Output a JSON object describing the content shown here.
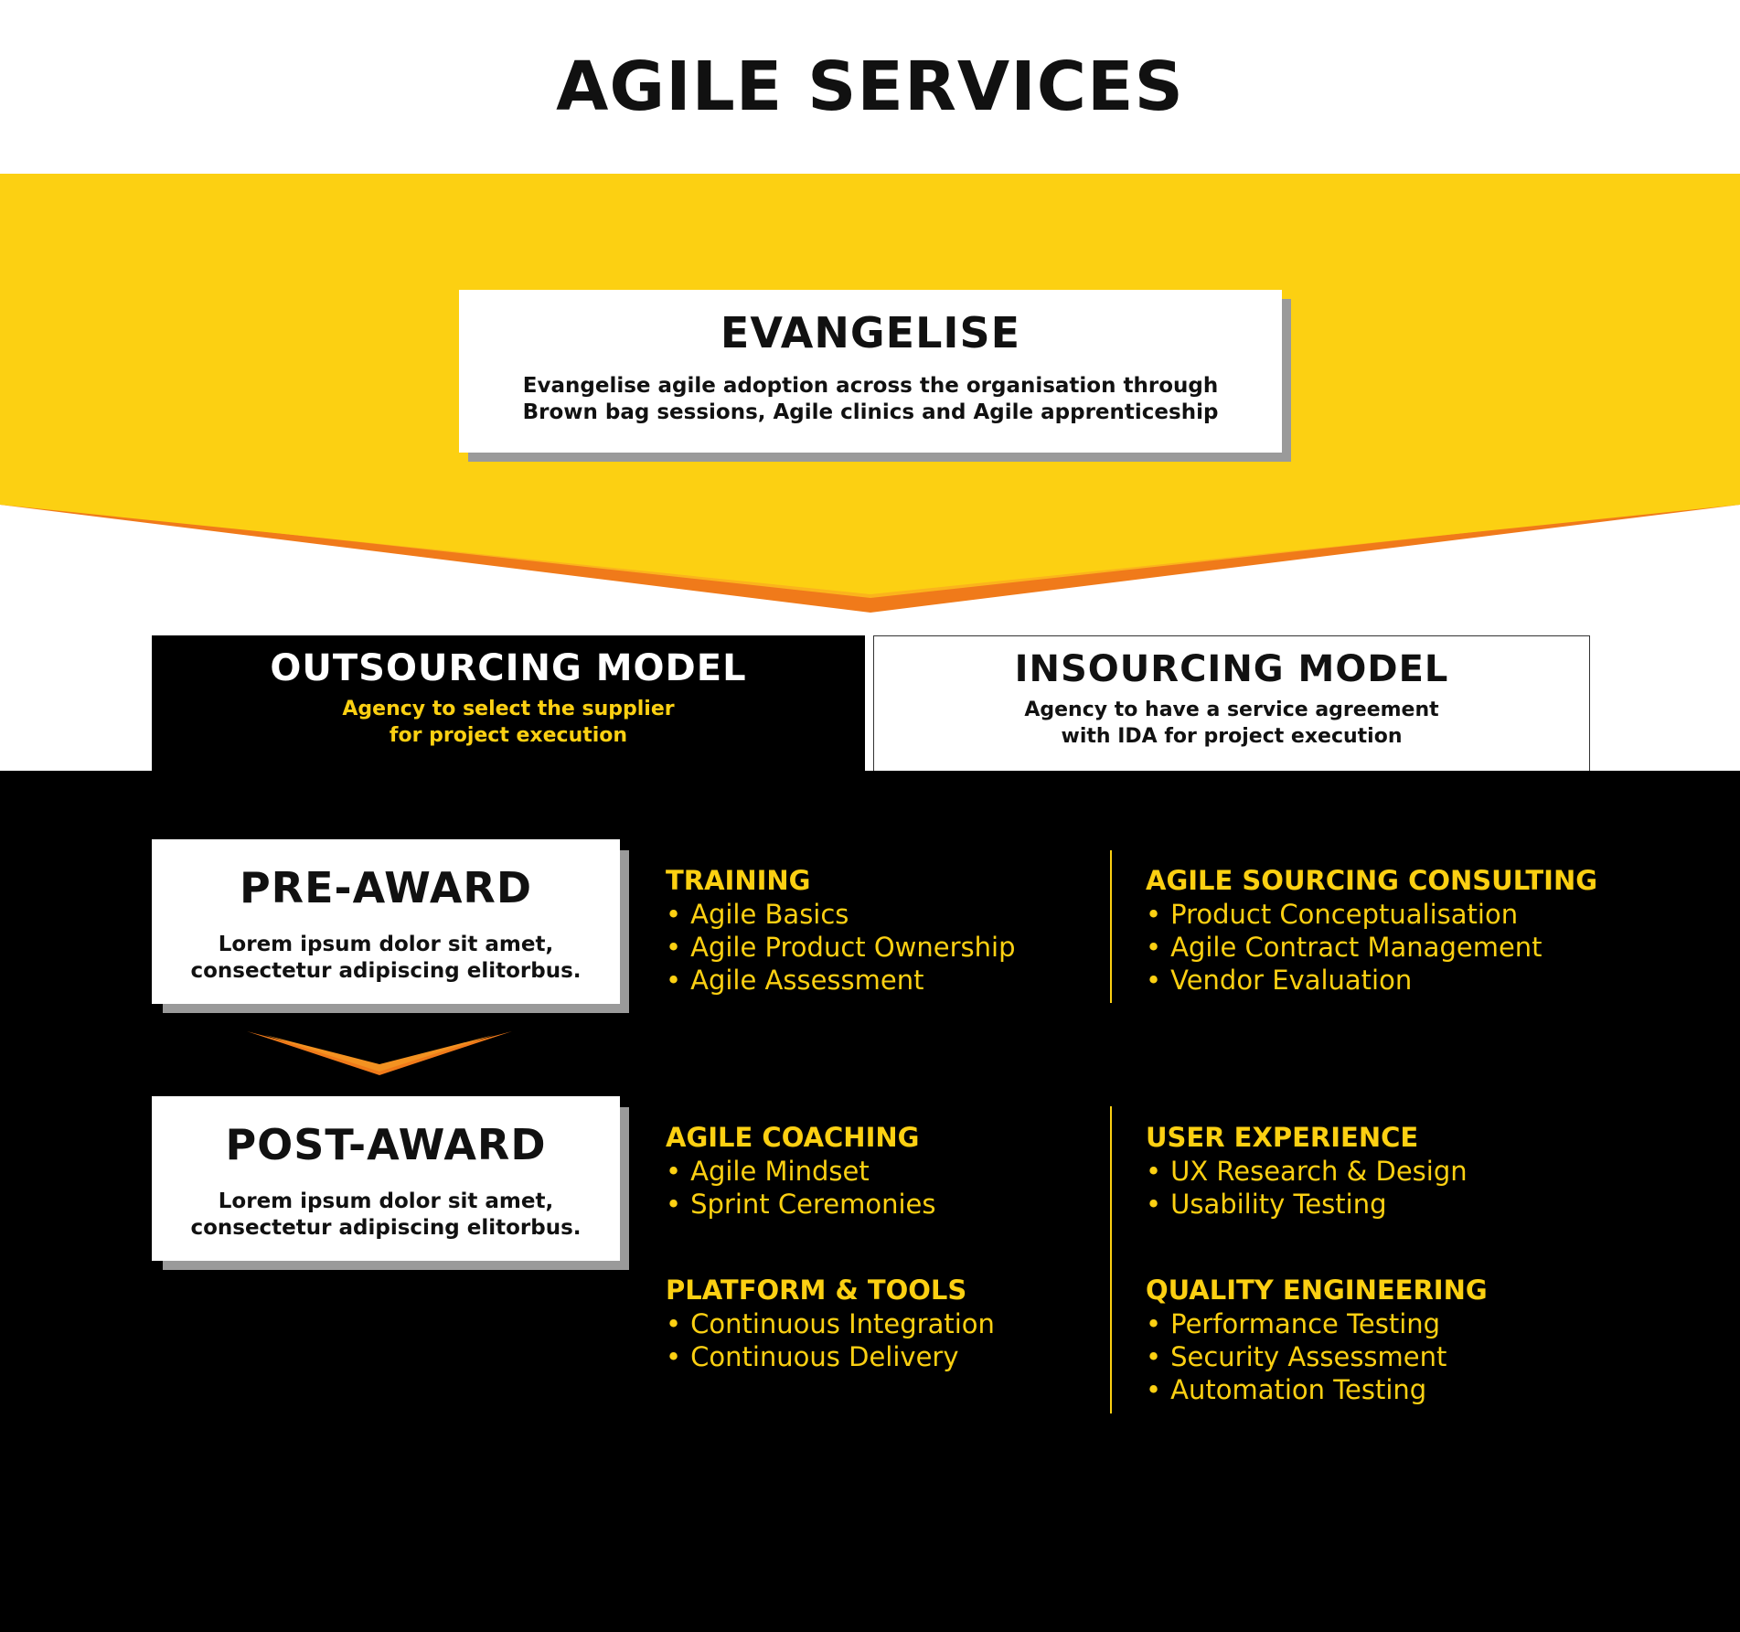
{
  "title": "AGILE SERVICES",
  "colors": {
    "accent_yellow": "#fcd012",
    "accent_orange": "#f07a1a",
    "dark": "#000000",
    "white": "#ffffff",
    "shadow_grey": "#9a9a9a"
  },
  "evangelise": {
    "title": "EVANGELISE",
    "text": "Evangelise agile adoption across the organisation through Brown bag sessions, Agile clinics and Agile apprenticeship"
  },
  "outsourcing": {
    "title": "OUTSOURCING MODEL",
    "text_line1": "Agency to select the supplier",
    "text_line2": "for project execution"
  },
  "insourcing": {
    "title": "INSOURCING MODEL",
    "text_line1": "Agency to have a service agreement",
    "text_line2": "with IDA for project execution"
  },
  "pre_award": {
    "title": "PRE-AWARD",
    "text_line1": "Lorem ipsum dolor sit amet,",
    "text_line2": "consectetur adipiscing elitorbus."
  },
  "post_award": {
    "title": "POST-AWARD",
    "text_line1": "Lorem ipsum dolor sit amet,",
    "text_line2": "consectetur adipiscing elitorbus."
  },
  "bullet": "•",
  "services": {
    "training": {
      "heading": "TRAINING",
      "items": [
        "Agile Basics",
        "Agile Product Ownership",
        "Agile Assessment"
      ]
    },
    "agile_sourcing": {
      "heading": "AGILE SOURCING CONSULTING",
      "items": [
        "Product Conceptualisation",
        "Agile Contract Management",
        "Vendor Evaluation"
      ]
    },
    "agile_coaching": {
      "heading": "AGILE COACHING",
      "items": [
        "Agile Mindset",
        "Sprint Ceremonies"
      ]
    },
    "user_experience": {
      "heading": "USER EXPERIENCE",
      "items": [
        "UX Research & Design",
        "Usability Testing"
      ]
    },
    "platform_tools": {
      "heading": "PLATFORM & TOOLS",
      "items": [
        "Continuous Integration",
        "Continuous Delivery"
      ]
    },
    "quality_engineering": {
      "heading": "QUALITY ENGINEERING",
      "items": [
        "Performance Testing",
        "Security Assessment",
        "Automation Testing"
      ]
    }
  }
}
